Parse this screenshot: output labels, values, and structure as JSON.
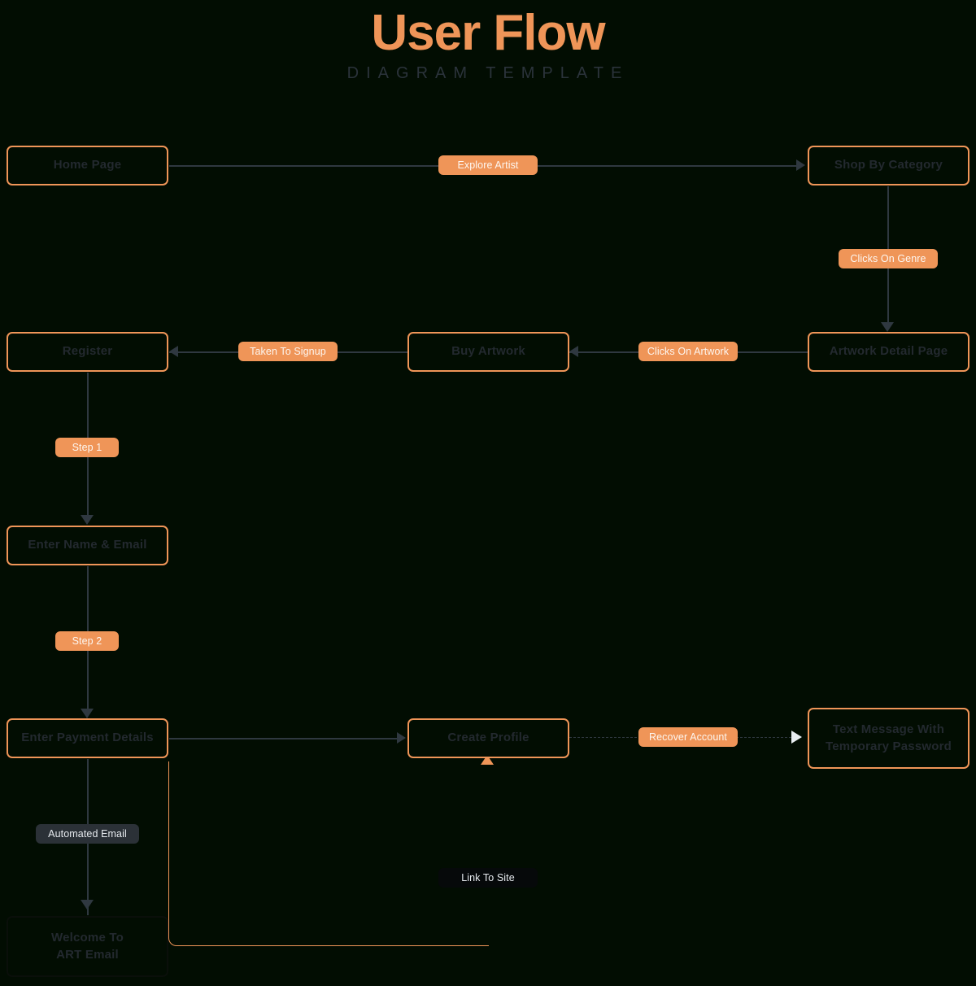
{
  "header": {
    "title": "User Flow",
    "subtitle": "DIAGRAM TEMPLATE"
  },
  "colors": {
    "background": "#020d02",
    "accent": "#ef9558",
    "node_text": "#23292f",
    "edge": "#2f3840",
    "pill_text": "#fdf6f0",
    "gray_pill": "#2b3137",
    "black_pill": "#06090a"
  },
  "nodes": [
    {
      "id": "home-page",
      "label": "Home Page"
    },
    {
      "id": "shop-by-category",
      "label": "Shop By Category"
    },
    {
      "id": "artwork-detail",
      "label": "Artwork Detail Page"
    },
    {
      "id": "buy-artwork",
      "label": "Buy Artwork"
    },
    {
      "id": "register",
      "label": "Register"
    },
    {
      "id": "enter-name-email",
      "label": "Enter Name & Email"
    },
    {
      "id": "enter-payment",
      "label": "Enter Payment Details"
    },
    {
      "id": "create-profile",
      "label": "Create Profile"
    },
    {
      "id": "text-message",
      "label": "Text Message With\nTemporary Password",
      "line1": "Text Message With",
      "line2": "Temporary Password"
    },
    {
      "id": "welcome-email",
      "label": "Welcome To\nART Email",
      "line1": "Welcome To",
      "line2": "ART Email"
    }
  ],
  "edge_labels": [
    {
      "id": "explore-artist",
      "label": "Explore Artist",
      "style": "orange"
    },
    {
      "id": "clicks-on-genre",
      "label": "Clicks On Genre",
      "style": "orange"
    },
    {
      "id": "clicks-on-artwork",
      "label": "Clicks On Artwork",
      "style": "orange"
    },
    {
      "id": "taken-to-signup",
      "label": "Taken To Signup",
      "style": "orange"
    },
    {
      "id": "step-1",
      "label": "Step 1",
      "style": "orange"
    },
    {
      "id": "step-2",
      "label": "Step 2",
      "style": "orange"
    },
    {
      "id": "recover-account",
      "label": "Recover Account",
      "style": "orange"
    },
    {
      "id": "automated-email",
      "label": "Automated Email",
      "style": "gray"
    },
    {
      "id": "link-to-site",
      "label": "Link To Site",
      "style": "black"
    }
  ],
  "chart_data": {
    "type": "diagram",
    "title": "User Flow",
    "subtitle": "DIAGRAM TEMPLATE",
    "diagram_kind": "flowchart",
    "nodes": [
      "Home Page",
      "Shop By Category",
      "Artwork Detail Page",
      "Buy Artwork",
      "Register",
      "Enter Name & Email",
      "Enter Payment Details",
      "Create Profile",
      "Text Message With Temporary Password",
      "Welcome To ART Email"
    ],
    "edges": [
      {
        "from": "Home Page",
        "to": "Shop By Category",
        "label": "Explore Artist",
        "line": "solid",
        "direction": "right"
      },
      {
        "from": "Shop By Category",
        "to": "Artwork Detail Page",
        "label": "Clicks On Genre",
        "line": "solid",
        "direction": "down"
      },
      {
        "from": "Artwork Detail Page",
        "to": "Buy Artwork",
        "label": "Clicks On Artwork",
        "line": "solid",
        "direction": "left"
      },
      {
        "from": "Buy Artwork",
        "to": "Register",
        "label": "Taken To Signup",
        "line": "solid",
        "direction": "left"
      },
      {
        "from": "Register",
        "to": "Enter Name & Email",
        "label": "Step 1",
        "line": "solid",
        "direction": "down"
      },
      {
        "from": "Enter Name & Email",
        "to": "Enter Payment Details",
        "label": "Step 2",
        "line": "solid",
        "direction": "down"
      },
      {
        "from": "Enter Payment Details",
        "to": "Create Profile",
        "label": "",
        "line": "solid",
        "direction": "right"
      },
      {
        "from": "Create Profile",
        "to": "Text Message With Temporary Password",
        "label": "Recover Account",
        "line": "dashed",
        "direction": "right"
      },
      {
        "from": "Enter Payment Details",
        "to": "Welcome To ART Email",
        "label": "Automated Email",
        "line": "solid",
        "direction": "down"
      },
      {
        "from": "Welcome To ART Email",
        "to": "Create Profile",
        "label": "Link To Site",
        "line": "solid",
        "direction": "up"
      }
    ]
  }
}
